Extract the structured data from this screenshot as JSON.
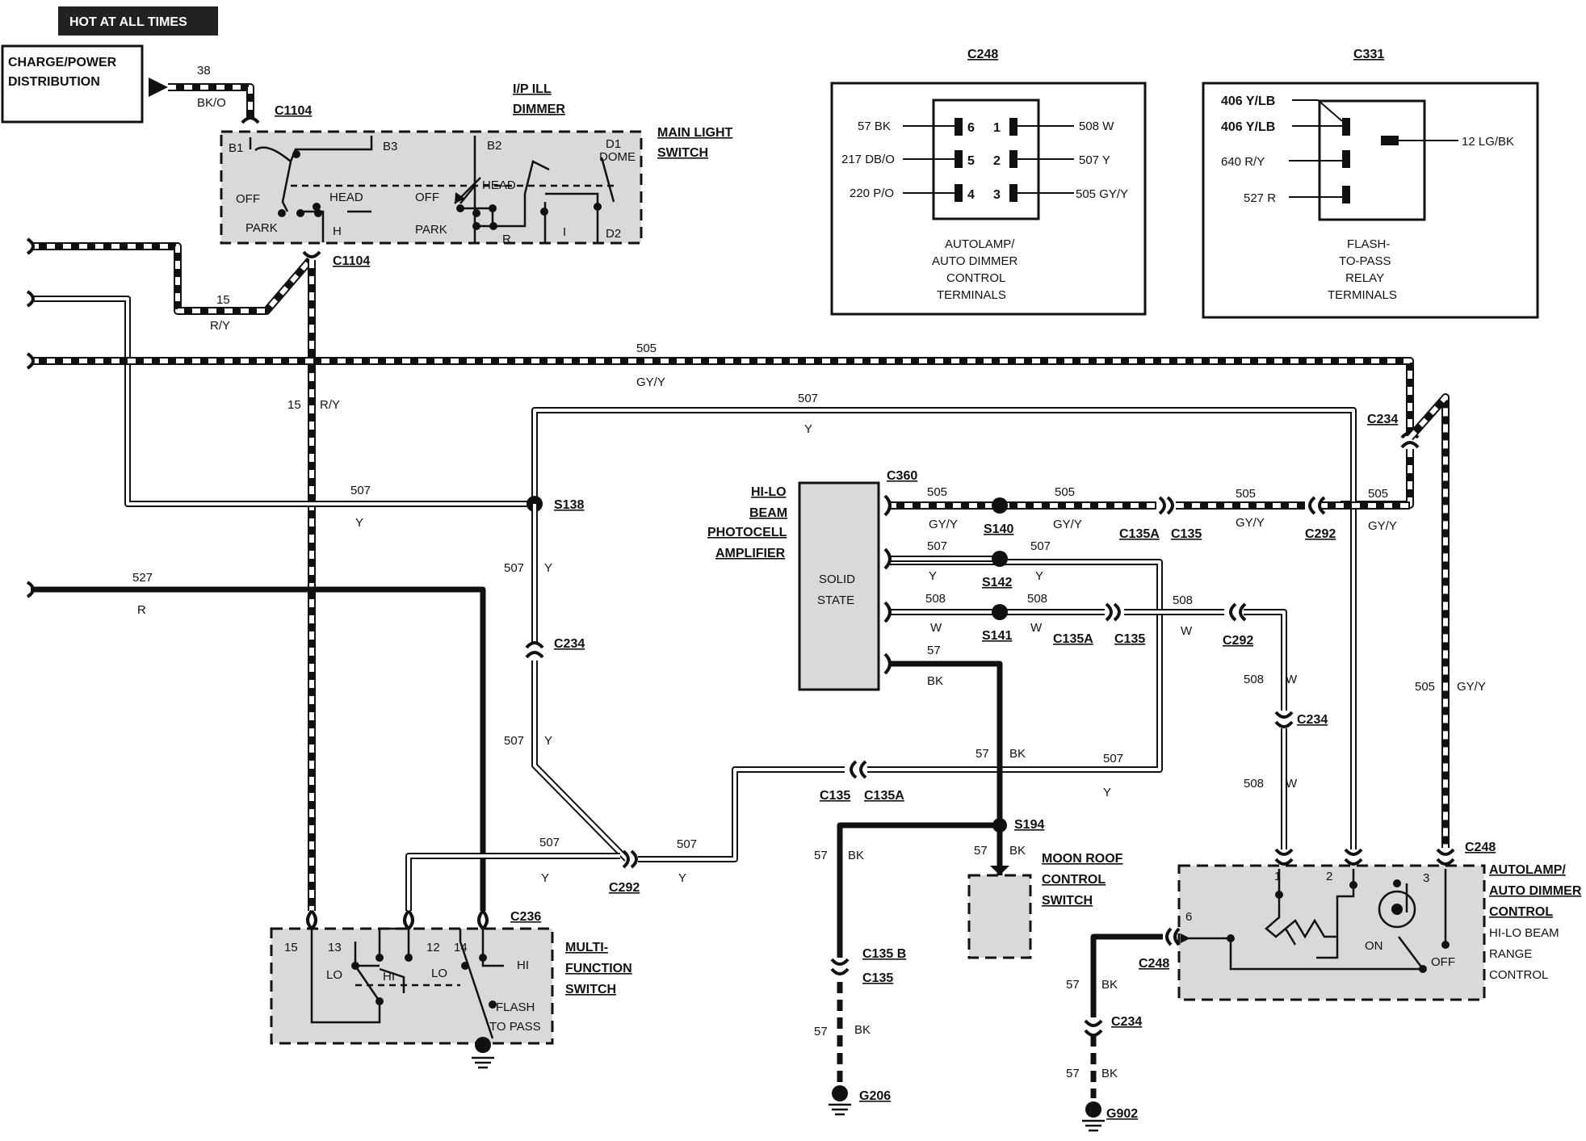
{
  "hot_badge": "HOT AT ALL TIMES",
  "charge_box": {
    "line1": "CHARGE/POWER",
    "line2": "DISTRIBUTION"
  },
  "wire_38": {
    "num": "38",
    "color": "BK/O"
  },
  "c1104": "C1104",
  "main_light_switch": {
    "line1": "MAIN LIGHT",
    "line2": "SWITCH",
    "ip_dimmer1": "I/P ILL",
    "ip_dimmer2": "DIMMER",
    "b1": "B1",
    "b2": "B2",
    "b3": "B3",
    "d1": "D1",
    "dome": "DOME",
    "d2": "D2",
    "off": "OFF",
    "head": "HEAD",
    "park": "PARK",
    "h": "H",
    "r": "R",
    "i": "I"
  },
  "wires": {
    "w15": "15",
    "ry": "R/Y",
    "w505": "505",
    "gyy": "GY/Y",
    "w507": "507",
    "y": "Y",
    "w508": "508",
    "w": "W",
    "w527": "527",
    "r": "R",
    "w57": "57",
    "bk": "BK"
  },
  "splices": {
    "s138": "S138",
    "s140": "S140",
    "s141": "S141",
    "s142": "S142",
    "s194": "S194"
  },
  "connectors": {
    "c234": "C234",
    "c292": "C292",
    "c360": "C360",
    "c135": "C135",
    "c135a": "C135A",
    "c135b": "C135 B",
    "c236": "C236",
    "c248": "C248"
  },
  "photocell": {
    "line1": "HI-LO",
    "line2": "BEAM",
    "line3": "PHOTOCELL",
    "line4": "AMPLIFIER",
    "inner1": "SOLID",
    "inner2": "STATE"
  },
  "c248_box": {
    "title": "C248",
    "left": [
      "57  BK",
      "217 DB/O",
      "220 P/O"
    ],
    "left_pins": [
      "6",
      "5",
      "4"
    ],
    "right_pins": [
      "1",
      "2",
      "3"
    ],
    "right": [
      "508 W",
      "507 Y",
      "505 GY/Y"
    ],
    "caption": [
      "AUTOLAMP/",
      "AUTO DIMMER",
      "CONTROL",
      "TERMINALS"
    ]
  },
  "c331_box": {
    "title": "C331",
    "left": [
      "406 Y/LB",
      "406  Y/LB",
      "640  R/Y",
      "527  R"
    ],
    "right": "12 LG/BK",
    "caption": [
      "FLASH-",
      "TO-PASS",
      "RELAY",
      "TERMINALS"
    ]
  },
  "multi_function": {
    "line1": "MULTI-",
    "line2": "FUNCTION",
    "line3": "SWITCH",
    "p15": "15",
    "p13": "13",
    "p12": "12",
    "p14": "14",
    "lo": "LO",
    "hi": "HI",
    "flash1": "FLASH",
    "flash2": "TO PASS"
  },
  "moonroof": {
    "line1": "MOON ROOF",
    "line2": "CONTROL",
    "line3": "SWITCH"
  },
  "autolamp": {
    "lines": [
      "AUTOLAMP/",
      "AUTO DIMMER",
      "CONTROL",
      "HI-LO BEAM",
      "RANGE",
      "CONTROL"
    ],
    "p1": "1",
    "p2": "2",
    "p3": "3",
    "p6": "6",
    "on": "ON",
    "off": "OFF"
  },
  "grounds": {
    "g206": "G206",
    "g902": "G902"
  }
}
